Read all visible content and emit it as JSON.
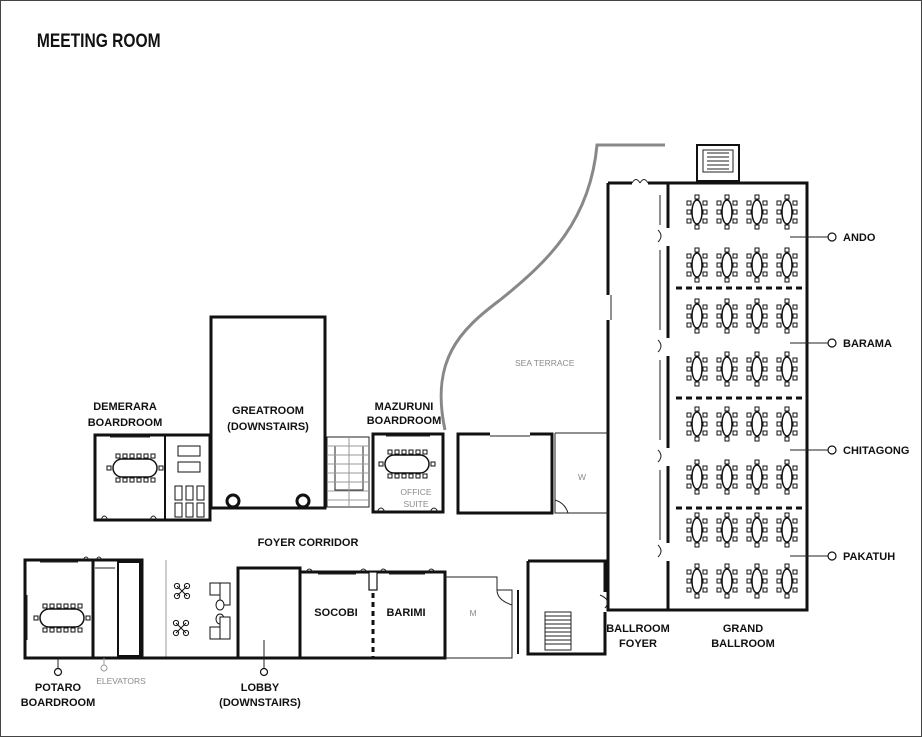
{
  "title": "MEETING ROOM",
  "rooms": {
    "demerara": [
      "DEMERARA",
      "BOARDROOM"
    ],
    "greatroom": [
      "GREATROOM",
      "(DOWNSTAIRS)"
    ],
    "mazuruni": [
      "MAZURUNI",
      "BOARDROOM"
    ],
    "office_suite": [
      "OFFICE",
      "SUITE"
    ],
    "sea_terrace": "SEA TERRACE",
    "w": "W",
    "foyer_corridor": "FOYER CORRIDOR",
    "socobi": "SOCOBI",
    "barimi": "BARIMI",
    "m": "M",
    "potaro": [
      "POTARO",
      "BOARDROOM"
    ],
    "elevators": "ELEVATORS",
    "lobby": [
      "LOBBY",
      "(DOWNSTAIRS)"
    ],
    "ballroom_foyer": [
      "BALLROOM",
      "FOYER"
    ],
    "grand_ballroom": [
      "GRAND",
      "BALLROOM"
    ]
  },
  "ballroom_sections": [
    "ANDO",
    "BARAMA",
    "CHITAGONG",
    "PAKATUH"
  ]
}
